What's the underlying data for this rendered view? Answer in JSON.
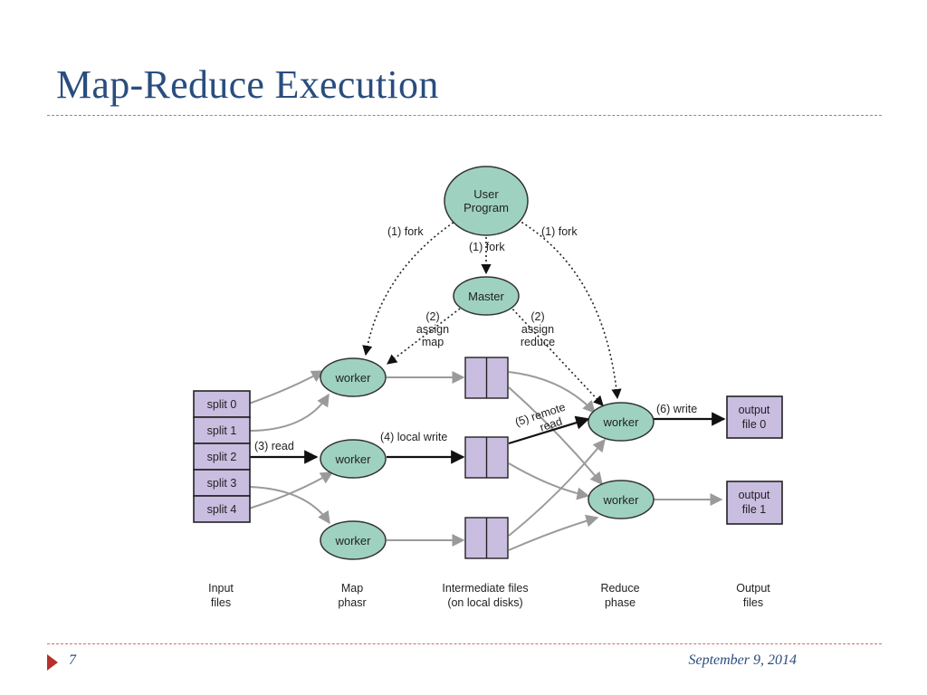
{
  "slide": {
    "title": "Map-Reduce Execution",
    "number": "7",
    "date": "September 9, 2014"
  },
  "diagram": {
    "user_program": [
      "User",
      "Program"
    ],
    "master": "Master",
    "worker_label": "worker",
    "splits": [
      "split 0",
      "split 1",
      "split 2",
      "split 3",
      "split 4"
    ],
    "outputs": [
      [
        "output",
        "file 0"
      ],
      [
        "output",
        "file 1"
      ]
    ],
    "edge_labels": {
      "fork_left": "(1) fork",
      "fork_mid": "(1) fork",
      "fork_right": "(1) fork",
      "assign_map": [
        "(2)",
        "assign",
        "map"
      ],
      "assign_reduce": [
        "(2)",
        "assign",
        "reduce"
      ],
      "read": "(3) read",
      "local_write": "(4) local write",
      "remote_read": [
        "(5) remote",
        "read"
      ],
      "write": "(6) write"
    },
    "column_labels": [
      [
        "Input",
        "files"
      ],
      [
        "Map",
        "phasr"
      ],
      [
        "Intermediate files",
        "(on local disks)"
      ],
      [
        "Reduce",
        "phase"
      ],
      [
        "Output",
        "files"
      ]
    ],
    "colors": {
      "ellipse_fill": "#9ed1c0",
      "box_fill": "#c9bde0",
      "gray_arrow": "#9a9a9a",
      "title": "#2a4d7e",
      "rule": "#d96a6a",
      "bullet": "#b5312c"
    }
  }
}
